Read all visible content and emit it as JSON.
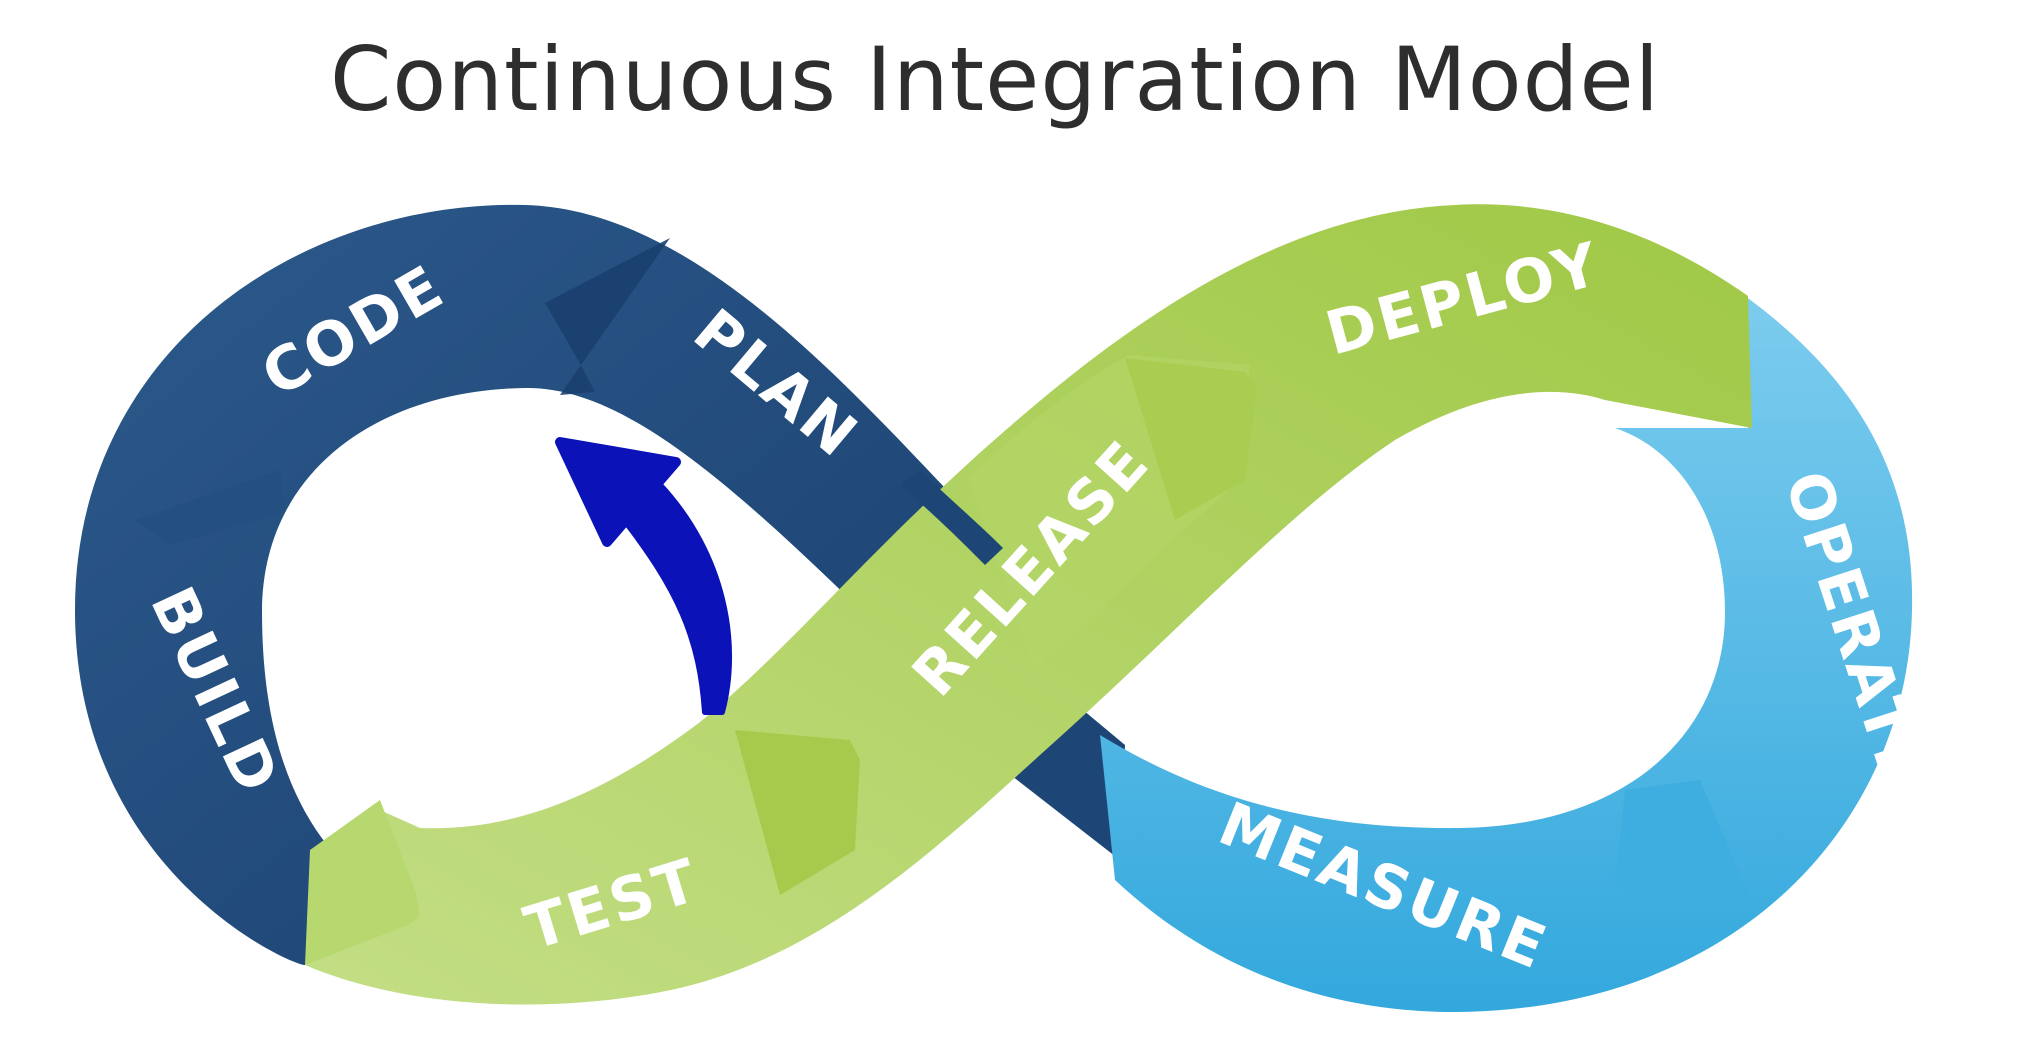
{
  "title": "Continuous Integration Model",
  "stages": {
    "code": "CODE",
    "plan": "PLAN",
    "build": "BUILD",
    "test": "TEST",
    "release": "RELEASE",
    "deploy": "DEPLOY",
    "operate": "OPERATE",
    "measure": "MEASURE"
  },
  "colors": {
    "dark_blue": "#1e4a7c",
    "dark_blue_light": "#2c5a8c",
    "green": "#a3c94a",
    "green_light": "#c1dd7e",
    "light_blue": "#36ace0",
    "light_blue_light": "#6cc4ec",
    "arrow": "#0a12b8",
    "title": "#2e2e2e"
  }
}
